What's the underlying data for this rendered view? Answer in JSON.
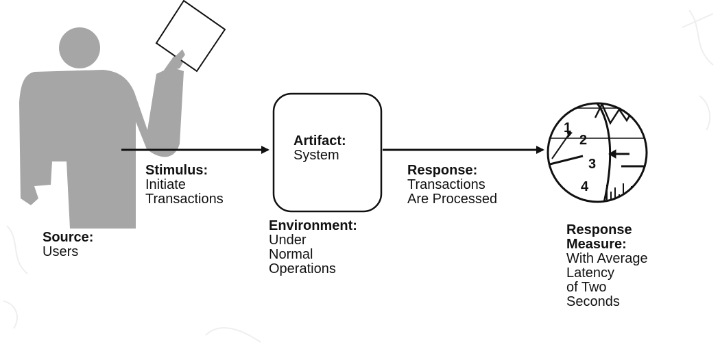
{
  "source": {
    "heading": "Source:",
    "lines": [
      "Users"
    ]
  },
  "stimulus": {
    "heading": "Stimulus:",
    "lines": [
      "Initiate",
      "Transactions"
    ]
  },
  "artifact": {
    "heading": "Artifact:",
    "lines": [
      "System"
    ]
  },
  "environment": {
    "heading": "Environment:",
    "lines": [
      "Under",
      "Normal",
      "Operations"
    ]
  },
  "response": {
    "heading": "Response:",
    "lines": [
      "Transactions",
      "Are Processed"
    ]
  },
  "response_measure": {
    "heading_lines": [
      "Response",
      "Measure:"
    ],
    "lines": [
      "With Average",
      "Latency",
      "of Two",
      "Seconds"
    ]
  },
  "gauge_numbers": [
    "1",
    "2",
    "3",
    "4"
  ],
  "colors": {
    "person": "#a6a6a6",
    "ink": "#111111",
    "watermark": "#eeeeee"
  }
}
